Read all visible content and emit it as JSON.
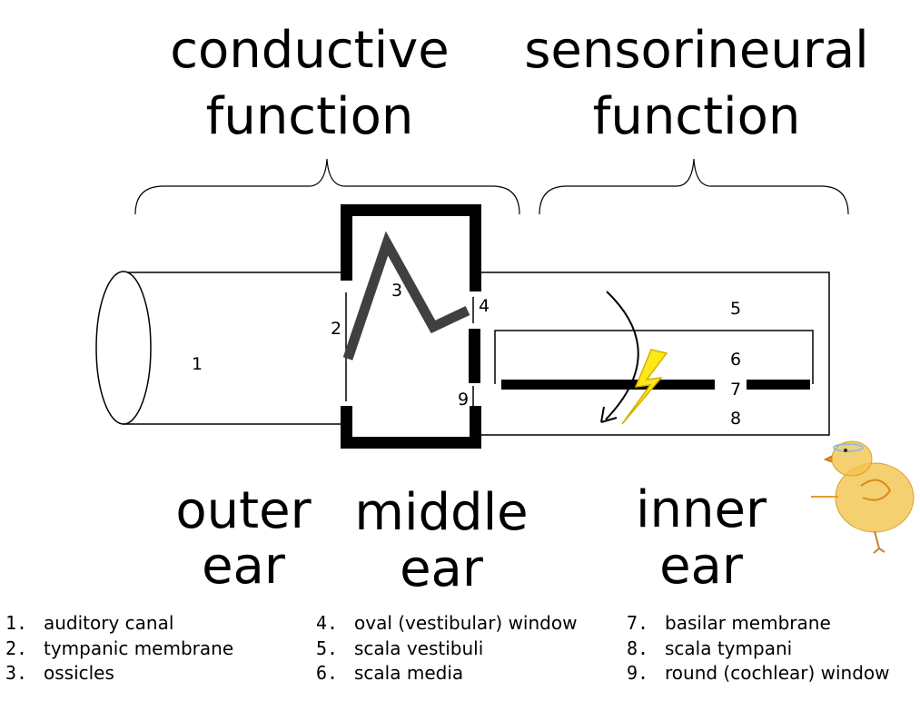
{
  "headings": {
    "conductive": [
      "conductive",
      "function"
    ],
    "sensorineural": [
      "sensorineural",
      "function"
    ]
  },
  "regions": {
    "outer": [
      "outer",
      "ear"
    ],
    "middle": [
      "middle",
      "ear"
    ],
    "inner": [
      "inner",
      "ear"
    ]
  },
  "numbers": {
    "n1": "1",
    "n2": "2",
    "n3": "3",
    "n4": "4",
    "n5": "5",
    "n6": "6",
    "n7": "7",
    "n8": "8",
    "n9": "9"
  },
  "legend": [
    {
      "num": "1.",
      "label": "auditory canal"
    },
    {
      "num": "2.",
      "label": "tympanic membrane"
    },
    {
      "num": "3.",
      "label": "ossicles"
    },
    {
      "num": "4.",
      "label": "oval (vestibular) window"
    },
    {
      "num": "5.",
      "label": "scala vestibuli"
    },
    {
      "num": "6.",
      "label": "scala media"
    },
    {
      "num": "7.",
      "label": "basilar membrane"
    },
    {
      "num": "8.",
      "label": "scala tympani"
    },
    {
      "num": "9.",
      "label": "round (cochlear) window"
    }
  ],
  "colors": {
    "stroke": "#000000",
    "ossicle": "#404040",
    "lightning": "#ffe81a",
    "lightning_outline": "#d4b000",
    "chick": "#f2c44e"
  }
}
